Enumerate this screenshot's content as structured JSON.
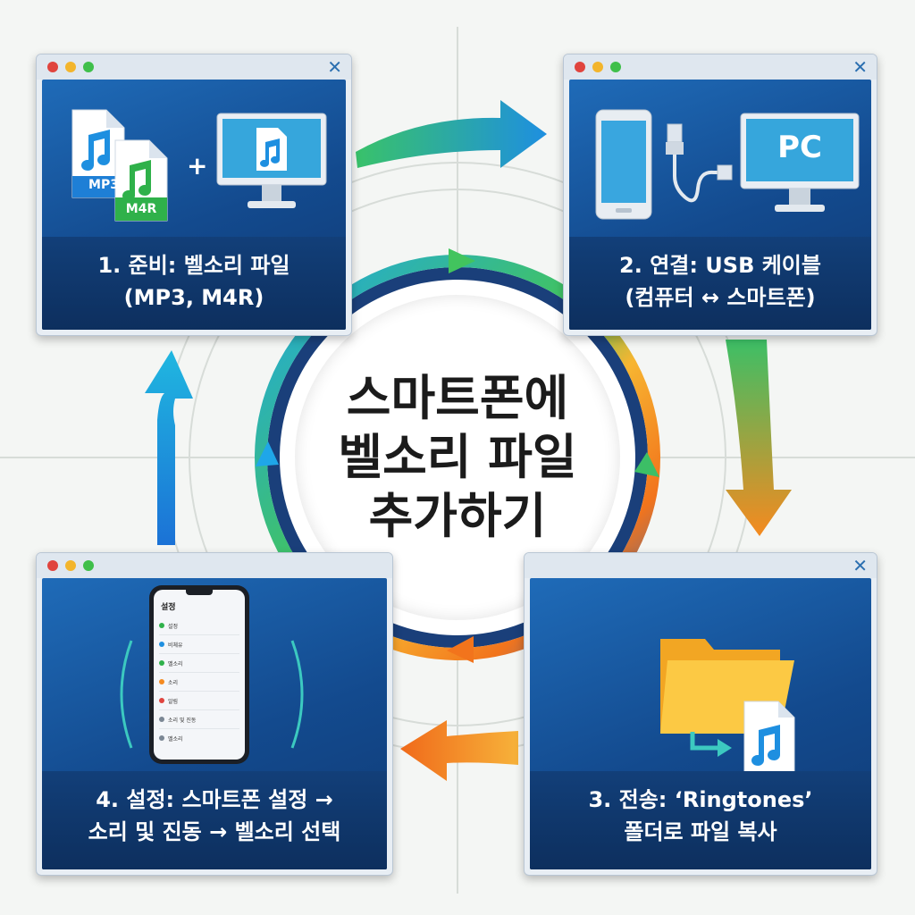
{
  "center": {
    "title_lines": [
      "스마트폰에",
      "벨소리 파일",
      "추가하기"
    ]
  },
  "steps": [
    {
      "lines": [
        "1. 준비: 벨소리 파일",
        "(MP3, M4R)"
      ],
      "icons": {
        "file1": "MP3",
        "file2": "M4R"
      },
      "plus": "+"
    },
    {
      "lines": [
        "2. 연결: USB 케이블",
        "(컴퓨터 ↔ 스마트폰)"
      ],
      "icons": {
        "monitor_text": "PC"
      }
    },
    {
      "lines": [
        "3. 전송: ‘Ringtones’",
        "폴더로 파일 복사"
      ]
    },
    {
      "lines": [
        "4. 설정: 스마트폰 설정 →",
        "소리 및 진동 → 벨소리 선택"
      ],
      "phone": {
        "header": "설정",
        "items": [
          "설정",
          "비체유",
          "벨소리",
          "소리",
          "알림",
          "소리 및 진동",
          "벨소리"
        ]
      }
    }
  ],
  "colors": {
    "blue": "#1e8fe0",
    "green": "#3cc060",
    "orange": "#f58a1f",
    "navy": "#123f79"
  }
}
